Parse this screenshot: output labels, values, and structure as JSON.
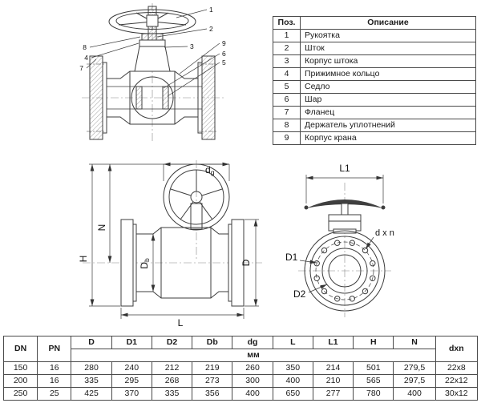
{
  "parts_table": {
    "headers": [
      "Поз.",
      "Описание"
    ],
    "rows": [
      [
        "1",
        "Рукоятка"
      ],
      [
        "2",
        "Шток"
      ],
      [
        "3",
        "Корпус штока"
      ],
      [
        "4",
        "Прижимное кольцо"
      ],
      [
        "5",
        "Седло"
      ],
      [
        "6",
        "Шар"
      ],
      [
        "7",
        "Фланец"
      ],
      [
        "8",
        "Держатель уплотнений"
      ],
      [
        "9",
        "Корпус крана"
      ]
    ]
  },
  "dim_labels": {
    "dg": {
      "main": "d",
      "sub": "g"
    },
    "H": {
      "main": "H"
    },
    "N": {
      "main": "N"
    },
    "Db": {
      "main": "D",
      "sub": "b"
    },
    "D": {
      "main": "D"
    },
    "L": {
      "main": "L"
    },
    "L1": {
      "main": "L1"
    },
    "dxn": {
      "main": "d x n"
    },
    "D1": {
      "main": "D1"
    },
    "D2": {
      "main": "D2"
    }
  },
  "dimensions_table": {
    "headers": [
      "DN",
      "PN",
      "D",
      "D1",
      "D2",
      "Db",
      "dg",
      "L",
      "L1",
      "H",
      "N",
      "dxn"
    ],
    "unit": "мм",
    "rows": [
      [
        "150",
        "16",
        "280",
        "240",
        "212",
        "219",
        "260",
        "350",
        "214",
        "501",
        "279,5",
        "22x8"
      ],
      [
        "200",
        "16",
        "335",
        "295",
        "268",
        "273",
        "300",
        "400",
        "210",
        "565",
        "297,5",
        "22x12"
      ],
      [
        "250",
        "25",
        "425",
        "370",
        "335",
        "356",
        "400",
        "650",
        "277",
        "780",
        "400",
        "30x12"
      ]
    ]
  }
}
